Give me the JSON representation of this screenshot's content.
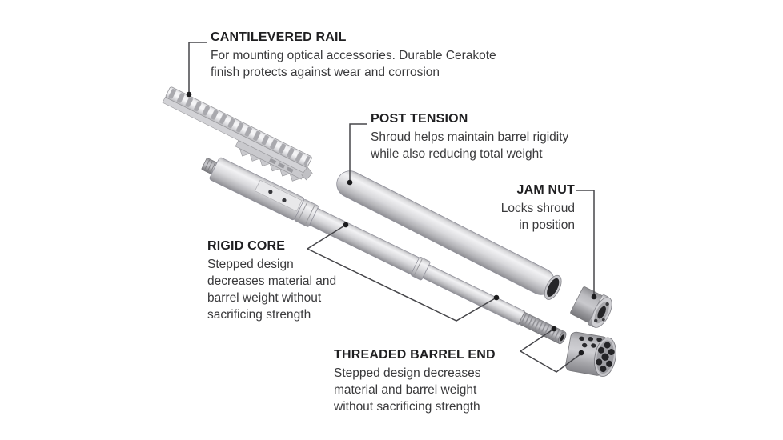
{
  "figure": {
    "type": "exploded-parts-diagram",
    "subject": "barrel-assembly",
    "labels": {
      "cantilevered_rail": {
        "title": "CANTILEVERED RAIL",
        "desc": [
          "For mounting optical accessories. Durable Cerakote",
          "finish protects against wear and corrosion"
        ]
      },
      "post_tension": {
        "title": "POST TENSION",
        "desc": [
          "Shroud helps maintain barrel rigidity",
          "while also reducing total weight"
        ]
      },
      "jam_nut": {
        "title": "JAM NUT",
        "desc": [
          "Locks shroud",
          "in position"
        ]
      },
      "rigid_core": {
        "title": "RIGID CORE",
        "desc": [
          "Stepped design",
          "decreases material and",
          "barrel weight without",
          "sacrificing strength"
        ]
      },
      "threaded_barrel_end": {
        "title": "THREADED BARREL END",
        "desc": [
          "Stepped design decreases",
          "material and barrel weight",
          "without sacrificing strength"
        ]
      }
    },
    "colors": {
      "background": "#ffffff",
      "title_text": "#1f1f21",
      "body_text": "#3a3a3c",
      "leader_line": "#46464a",
      "leader_dot": "#1c1c1e",
      "metal_light": "#f2f2f4",
      "metal_mid": "#d8d8db",
      "metal_dark": "#8e8e93",
      "hole_dark": "#242427"
    }
  }
}
